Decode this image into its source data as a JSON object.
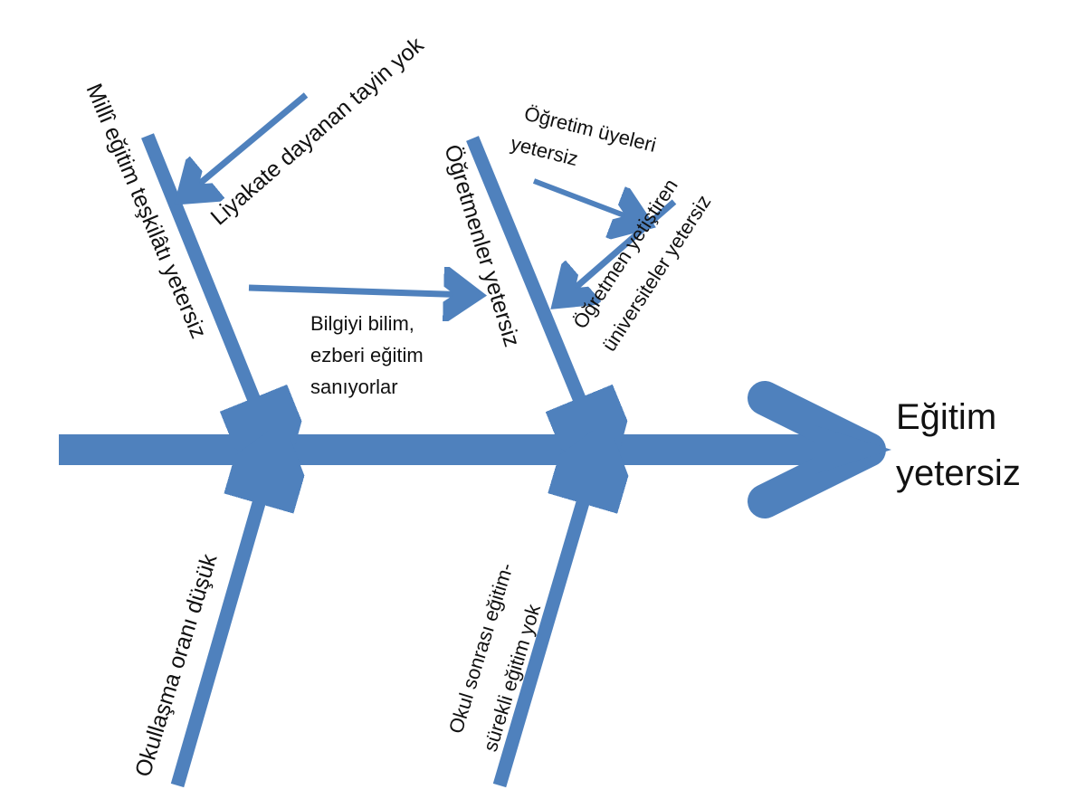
{
  "effect": {
    "line1": "Eğitim",
    "line2": "yetersiz"
  },
  "causes": {
    "top_left": "Millî eğitim teşkilâtı yetersiz",
    "top_left_sub1": "Liyakate dayanan tayin yok",
    "top_left_sub2_line1": "Bilgiyi bilim,",
    "top_left_sub2_line2": "ezberi eğitim",
    "top_left_sub2_line3": "sanıyorlar",
    "top_right": "Öğretmenler yetersiz",
    "top_right_sub1_line1": "Öğretim üyeleri",
    "top_right_sub1_line2": "yetersiz",
    "top_right_sub2_line1": "Öğretmen yetiştiren",
    "top_right_sub2_line2": "üniversiteler yetersiz",
    "bottom_left": "Okullaşma oranı düşük",
    "bottom_right_line1": "Okul sonrası eğitim-",
    "bottom_right_line2": "sürekli eğitim yok"
  },
  "colors": {
    "arrow": "#4f81bd",
    "text": "#111111",
    "background": "#ffffff"
  }
}
